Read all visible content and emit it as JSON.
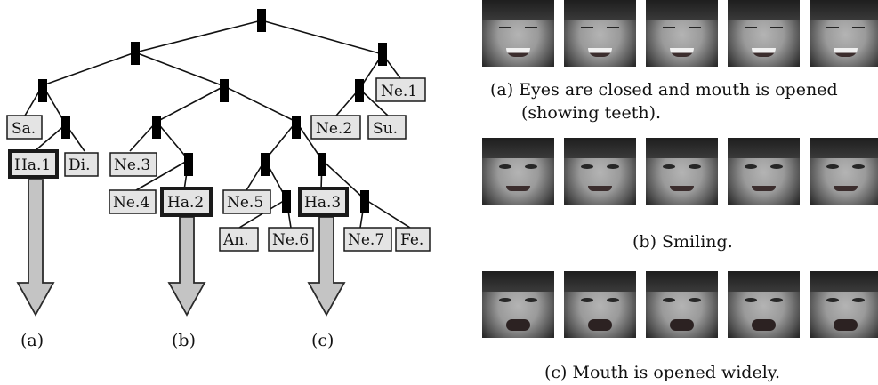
{
  "tree": {
    "leaves": {
      "sa": "Sa.",
      "ha1": "Ha.1",
      "di": "Di.",
      "ne3": "Ne.3",
      "ne4": "Ne.4",
      "ha2": "Ha.2",
      "ne5": "Ne.5",
      "an": "An.",
      "ne6": "Ne.6",
      "ha3": "Ha.3",
      "ne7": "Ne.7",
      "fe": "Fe.",
      "ne2": "Ne.2",
      "su": "Su.",
      "ne1": "Ne.1"
    },
    "arrow_labels": [
      "(a)",
      "(b)",
      "(c)"
    ]
  },
  "face_panels": [
    {
      "caption": "(a) Eyes are closed and mouth is opened",
      "caption_line2": "(showing teeth).",
      "faces": 5
    },
    {
      "caption": "(b) Smiling.",
      "faces": 5
    },
    {
      "caption": "(c)  Mouth is opened widely.",
      "faces": 5
    }
  ]
}
